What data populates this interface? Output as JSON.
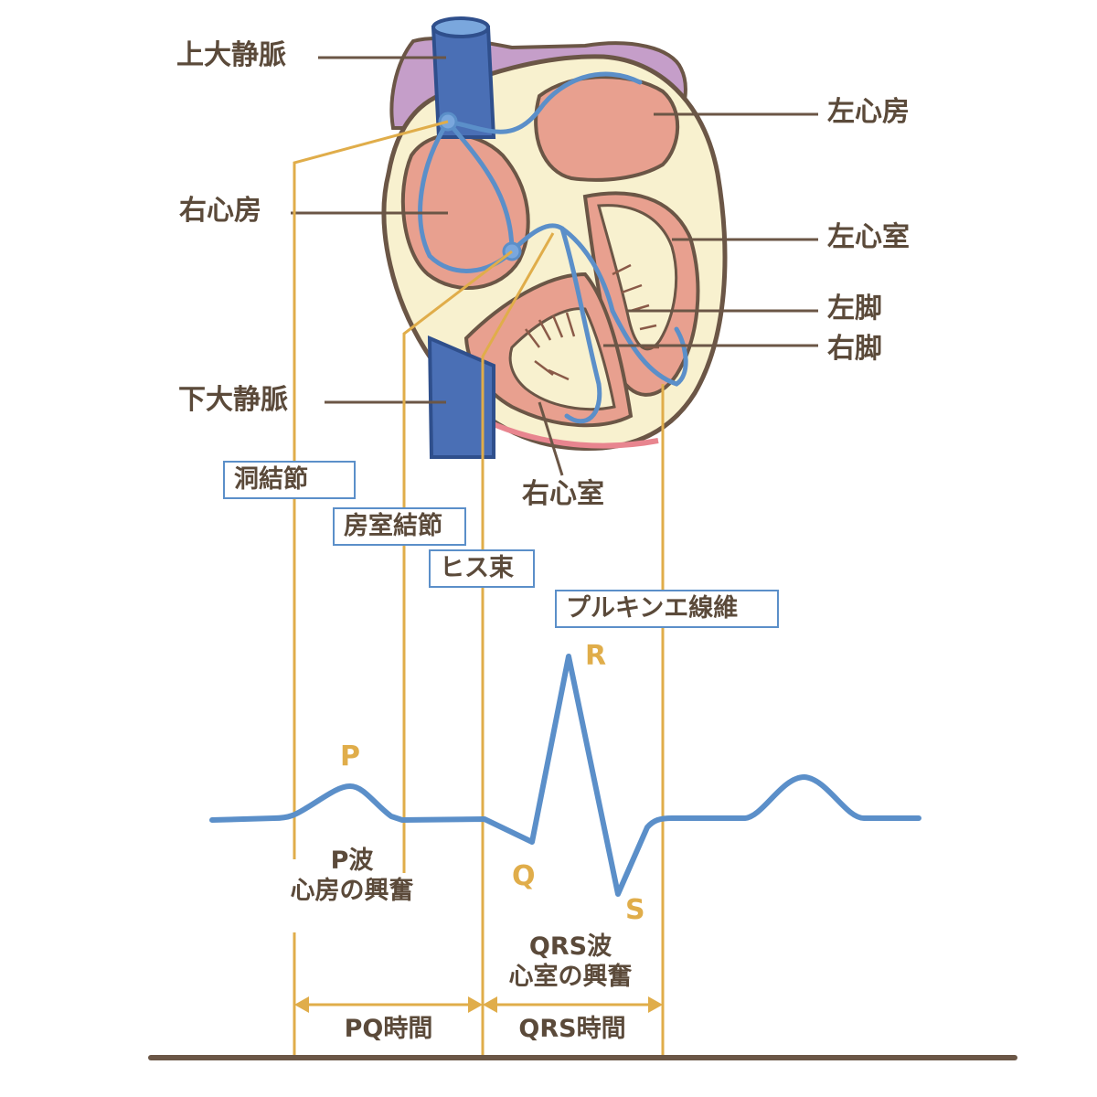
{
  "colors": {
    "text": "#5b4a3a",
    "conduction_blue": "#5b8fc9",
    "gold": "#e0ad4a",
    "vein_blue": "#4a6fb5",
    "heart_tissue": "#e8a08f",
    "heart_outline": "#6b5646",
    "pericardium": "#f8f1cf",
    "purple": "#c59ec9"
  },
  "heart_labels": {
    "svc": "上大静脈",
    "ra": "右心房",
    "ivc": "下大静脈",
    "la": "左心房",
    "lv": "左心室",
    "lbb": "左脚",
    "rbb": "右脚",
    "rv": "右心室"
  },
  "conduction_labels": {
    "sa_node": "洞結節",
    "av_node": "房室結節",
    "his_bundle": "ヒス束",
    "purkinje": "プルキンエ線維"
  },
  "ecg_labels": {
    "p": "P",
    "q": "Q",
    "r": "R",
    "s": "S",
    "p_wave_line1": "P波",
    "p_wave_line2": "心房の興奮",
    "qrs_line1": "QRS波",
    "qrs_line2": "心室の興奮",
    "pq_interval": "PQ時間",
    "qrs_interval": "QRS時間"
  }
}
